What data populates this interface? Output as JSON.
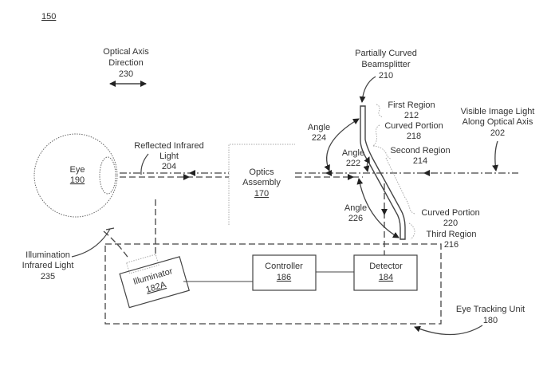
{
  "figure_number": "150",
  "labels": {
    "optical_axis_direction": {
      "line1": "Optical Axis",
      "line2": "Direction",
      "ref": "230"
    },
    "beamsplitter": {
      "line1": "Partially Curved",
      "line2": "Beamsplitter",
      "ref": "210"
    },
    "first_region": {
      "line1": "First Region",
      "ref": "212"
    },
    "curved_portion_218": {
      "line1": "Curved Portion",
      "ref": "218"
    },
    "second_region": {
      "line1": "Second Region",
      "ref": "214"
    },
    "curved_portion_220": {
      "line1": "Curved Portion",
      "ref": "220"
    },
    "third_region": {
      "line1": "Third Region",
      "ref": "216"
    },
    "visible_light": {
      "line1": "Visible Image Light",
      "line2": "Along Optical Axis",
      "ref": "202"
    },
    "angle_224": {
      "line1": "Angle",
      "ref": "224"
    },
    "angle_222": {
      "line1": "Angle",
      "ref": "222"
    },
    "angle_226": {
      "line1": "Angle",
      "ref": "226"
    },
    "eye": {
      "line1": "Eye",
      "ref": "190"
    },
    "reflected_ir": {
      "line1": "Reflected Infrared",
      "line2": "Light",
      "ref": "204"
    },
    "optics_assembly": {
      "line1": "Optics",
      "line2": "Assembly",
      "ref": "170"
    },
    "illumination_ir": {
      "line1": "Illumination",
      "line2": "Infrared Light",
      "ref": "235"
    },
    "illuminator": {
      "line1": "Illuminator",
      "ref": "182A"
    },
    "controller": {
      "line1": "Controller",
      "ref": "186"
    },
    "detector": {
      "line1": "Detector",
      "ref": "184"
    },
    "eye_tracking_unit": {
      "line1": "Eye Tracking Unit",
      "ref": "180"
    }
  },
  "colors": {
    "line": "#444444",
    "text": "#333333",
    "background": "#ffffff"
  }
}
